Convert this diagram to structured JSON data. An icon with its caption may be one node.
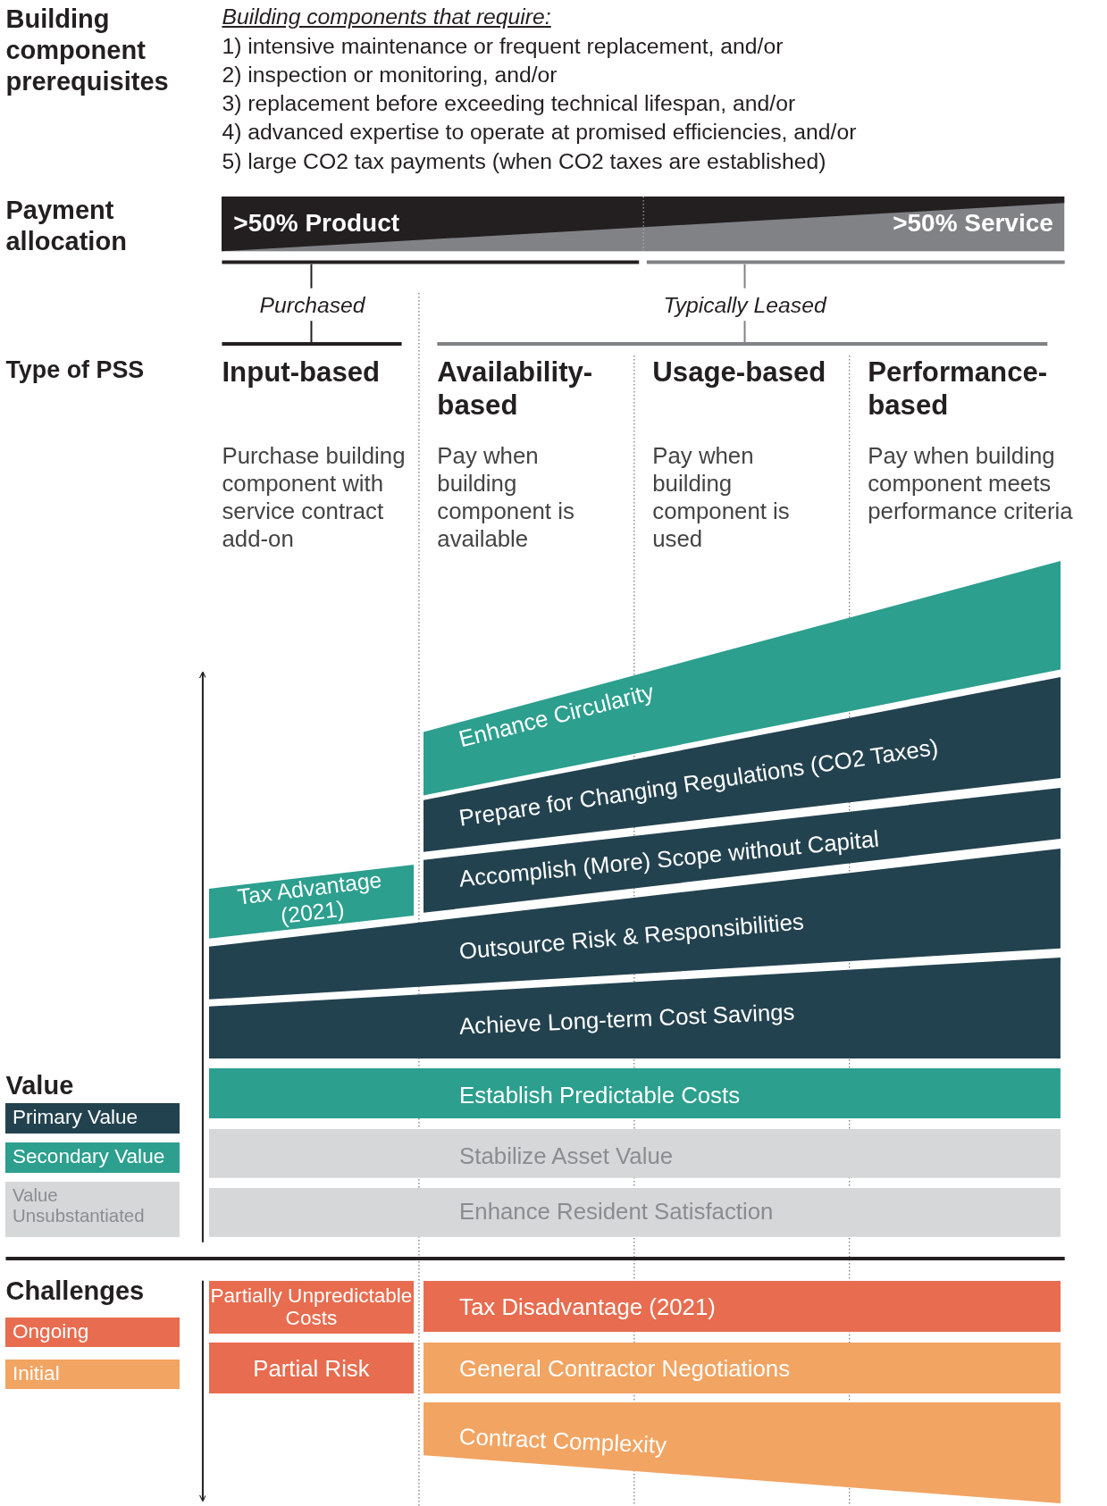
{
  "diagram": {
    "nodes": [
      {
        "text": [
          ">50% Product",
          ">50% Service"
        ]
      },
      {
        "text": [
          "Enhance Circularity"
        ]
      },
      {
        "text": [
          "Prepare for Changing Regulations (CO2 Taxes)"
        ]
      },
      {
        "text": [
          "Tax Advantage (2021)"
        ]
      },
      {
        "text": [
          "Accomplish (More) Scope without Capital"
        ]
      },
      {
        "text": [
          "Outsource Risk & Responsibilities"
        ]
      },
      {
        "text": [
          "Achieve Long-term Cost Savings"
        ]
      },
      {
        "text": [
          "Establish Predictable Costs"
        ]
      },
      {
        "text": [
          "Stabilize Asset Value"
        ]
      },
      {
        "text": [
          "Enhance Resident Satisfaction"
        ]
      },
      {
        "text": [
          "Partially Unpredictable Costs"
        ]
      },
      {
        "text": [
          "Tax Disadvantage (2021)"
        ]
      },
      {
        "text": [
          "Partial Risk"
        ]
      },
      {
        "text": [
          "General Contractor Negotiations"
        ]
      },
      {
        "text": [
          "Contract Complexity"
        ]
      }
    ],
    "labels": [
      "Building component prerequisites",
      "Building components that require:",
      "1) intensive maintenance or frequent replacement, and/or",
      "2) inspection or monitoring, and/or",
      "3) replacement before exceeding technical lifespan, and/or",
      "4) advanced expertise to operate at promised efficiencies, and/or",
      "5) large CO2 tax payments (when CO2 taxes are established)",
      "Payment allocation",
      "Purchased",
      "Typically Leased",
      "Type of PSS",
      "Input-based",
      "Availability-based",
      "Usage-based",
      "Performance-based",
      "Purchase building component with service contract add-on",
      "Pay when building component is available",
      "Pay when building component is used",
      "Pay when building component meets performance criteria",
      "Value",
      "Challenges"
    ],
    "legend": [
      {
        "text": "Primary Value",
        "color": "#23424f"
      },
      {
        "text": "Secondary Value",
        "color": "#2c9f8e"
      },
      {
        "text": "Value Unsubstantiated",
        "color": "#d6d7d9"
      },
      {
        "text": "Ongoing",
        "color": "#e86c4f"
      },
      {
        "text": "Initial",
        "color": "#f2a462"
      }
    ]
  }
}
